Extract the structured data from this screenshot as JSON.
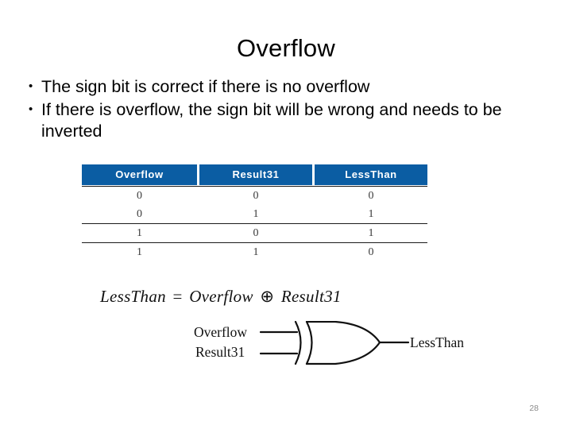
{
  "slide": {
    "title": "Overflow",
    "page_number": "28"
  },
  "bullets": [
    {
      "mark": "•",
      "text": "The sign bit is correct if there is no overflow"
    },
    {
      "mark": "•",
      "text": "If there is overflow, the sign bit will be wrong and needs to be inverted"
    }
  ],
  "truth_table": {
    "headers": [
      "Overflow",
      "Result31",
      "LessThan"
    ],
    "rows": [
      [
        "0",
        "0",
        "0"
      ],
      [
        "0",
        "1",
        "1"
      ],
      [
        "1",
        "0",
        "1"
      ],
      [
        "1",
        "1",
        "0"
      ]
    ],
    "header_bg": "#0b5da3",
    "header_text_color": "#ffffff",
    "rule_color": "#1a1a1a"
  },
  "equation": {
    "lhs": "LessThan",
    "equals": "=",
    "operand_left": "Overflow",
    "operator": "⊕",
    "operand_right": "Result31"
  },
  "gate": {
    "type": "xor-gate",
    "input_top": "Overflow",
    "input_bottom": "Result31",
    "output": "LessThan",
    "stroke_color": "#111111"
  }
}
